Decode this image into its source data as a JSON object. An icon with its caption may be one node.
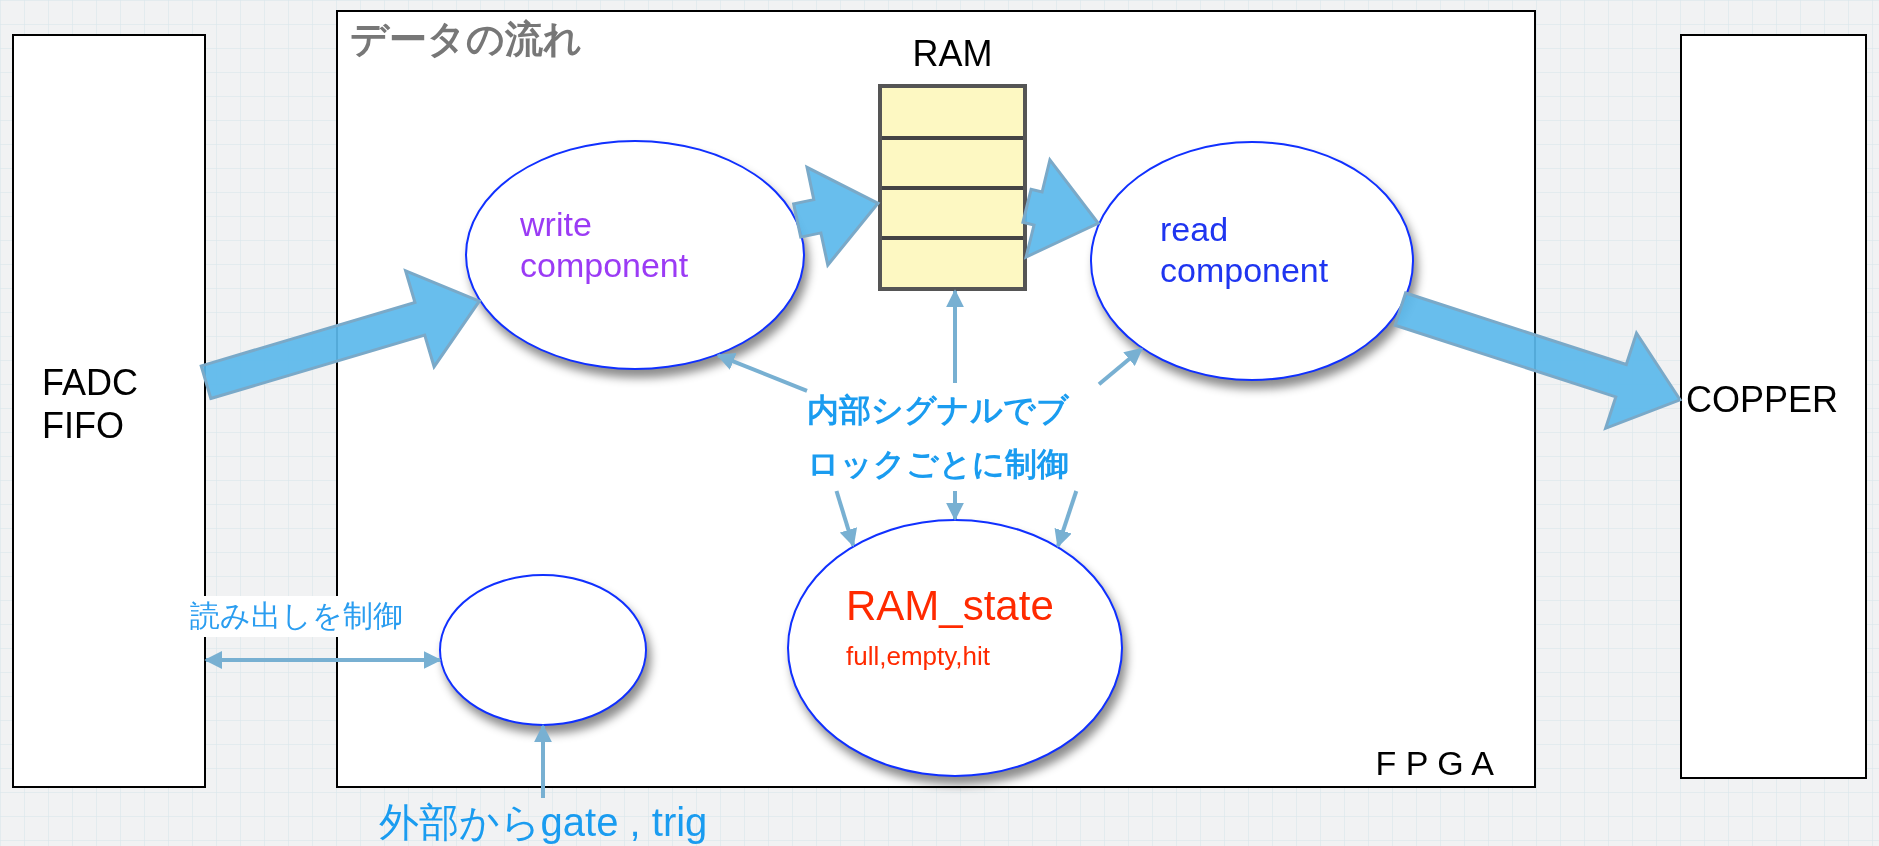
{
  "diagram": {
    "title": "データの流れ",
    "nodes": [
      {
        "text": [
          "F P G A"
        ]
      },
      {
        "text": [
          "FADC FIFO"
        ]
      },
      {
        "text": [
          "write component"
        ],
        "in": 0
      },
      {
        "text": [
          "RAM"
        ],
        "in": 0
      },
      {
        "text": [
          "read component"
        ],
        "in": 0
      },
      {
        "text": [
          "COPPER"
        ]
      },
      {
        "text": [],
        "shape": "ellipse",
        "in": 0
      },
      {
        "text": [
          "RAM_state",
          "full,empty,hit"
        ],
        "in": 0
      },
      {
        "text": [
          "内部シグナルでブロックごとに制御"
        ],
        "in": 0
      },
      {
        "text": [
          "外部からgate , trig"
        ]
      }
    ],
    "edges": [
      {
        "from": 1,
        "to": 2,
        "arrow": "to",
        "style": "thick",
        "color": "#5bb8ec"
      },
      {
        "from": 2,
        "to": 3,
        "arrow": "to",
        "style": "thick",
        "color": "#5bb8ec"
      },
      {
        "from": 3,
        "to": 4,
        "arrow": "to",
        "style": "thick",
        "color": "#5bb8ec"
      },
      {
        "from": 4,
        "to": 5,
        "arrow": "to",
        "style": "thick",
        "color": "#5bb8ec"
      },
      {
        "from": 8,
        "to": 2,
        "arrow": "to"
      },
      {
        "from": 8,
        "to": 7,
        "arrow": "to"
      },
      {
        "from": 8,
        "to": 3,
        "arrow": "to"
      },
      {
        "from": 8,
        "to": 7,
        "arrow": "to"
      },
      {
        "from": 8,
        "to": 4,
        "arrow": "to"
      },
      {
        "from": 8,
        "to": 7,
        "arrow": "to"
      },
      {
        "from": 1,
        "to": 6,
        "arrow": "both",
        "label": "読み出しを制御"
      },
      {
        "from": 9,
        "to": 6,
        "arrow": "to"
      }
    ]
  }
}
